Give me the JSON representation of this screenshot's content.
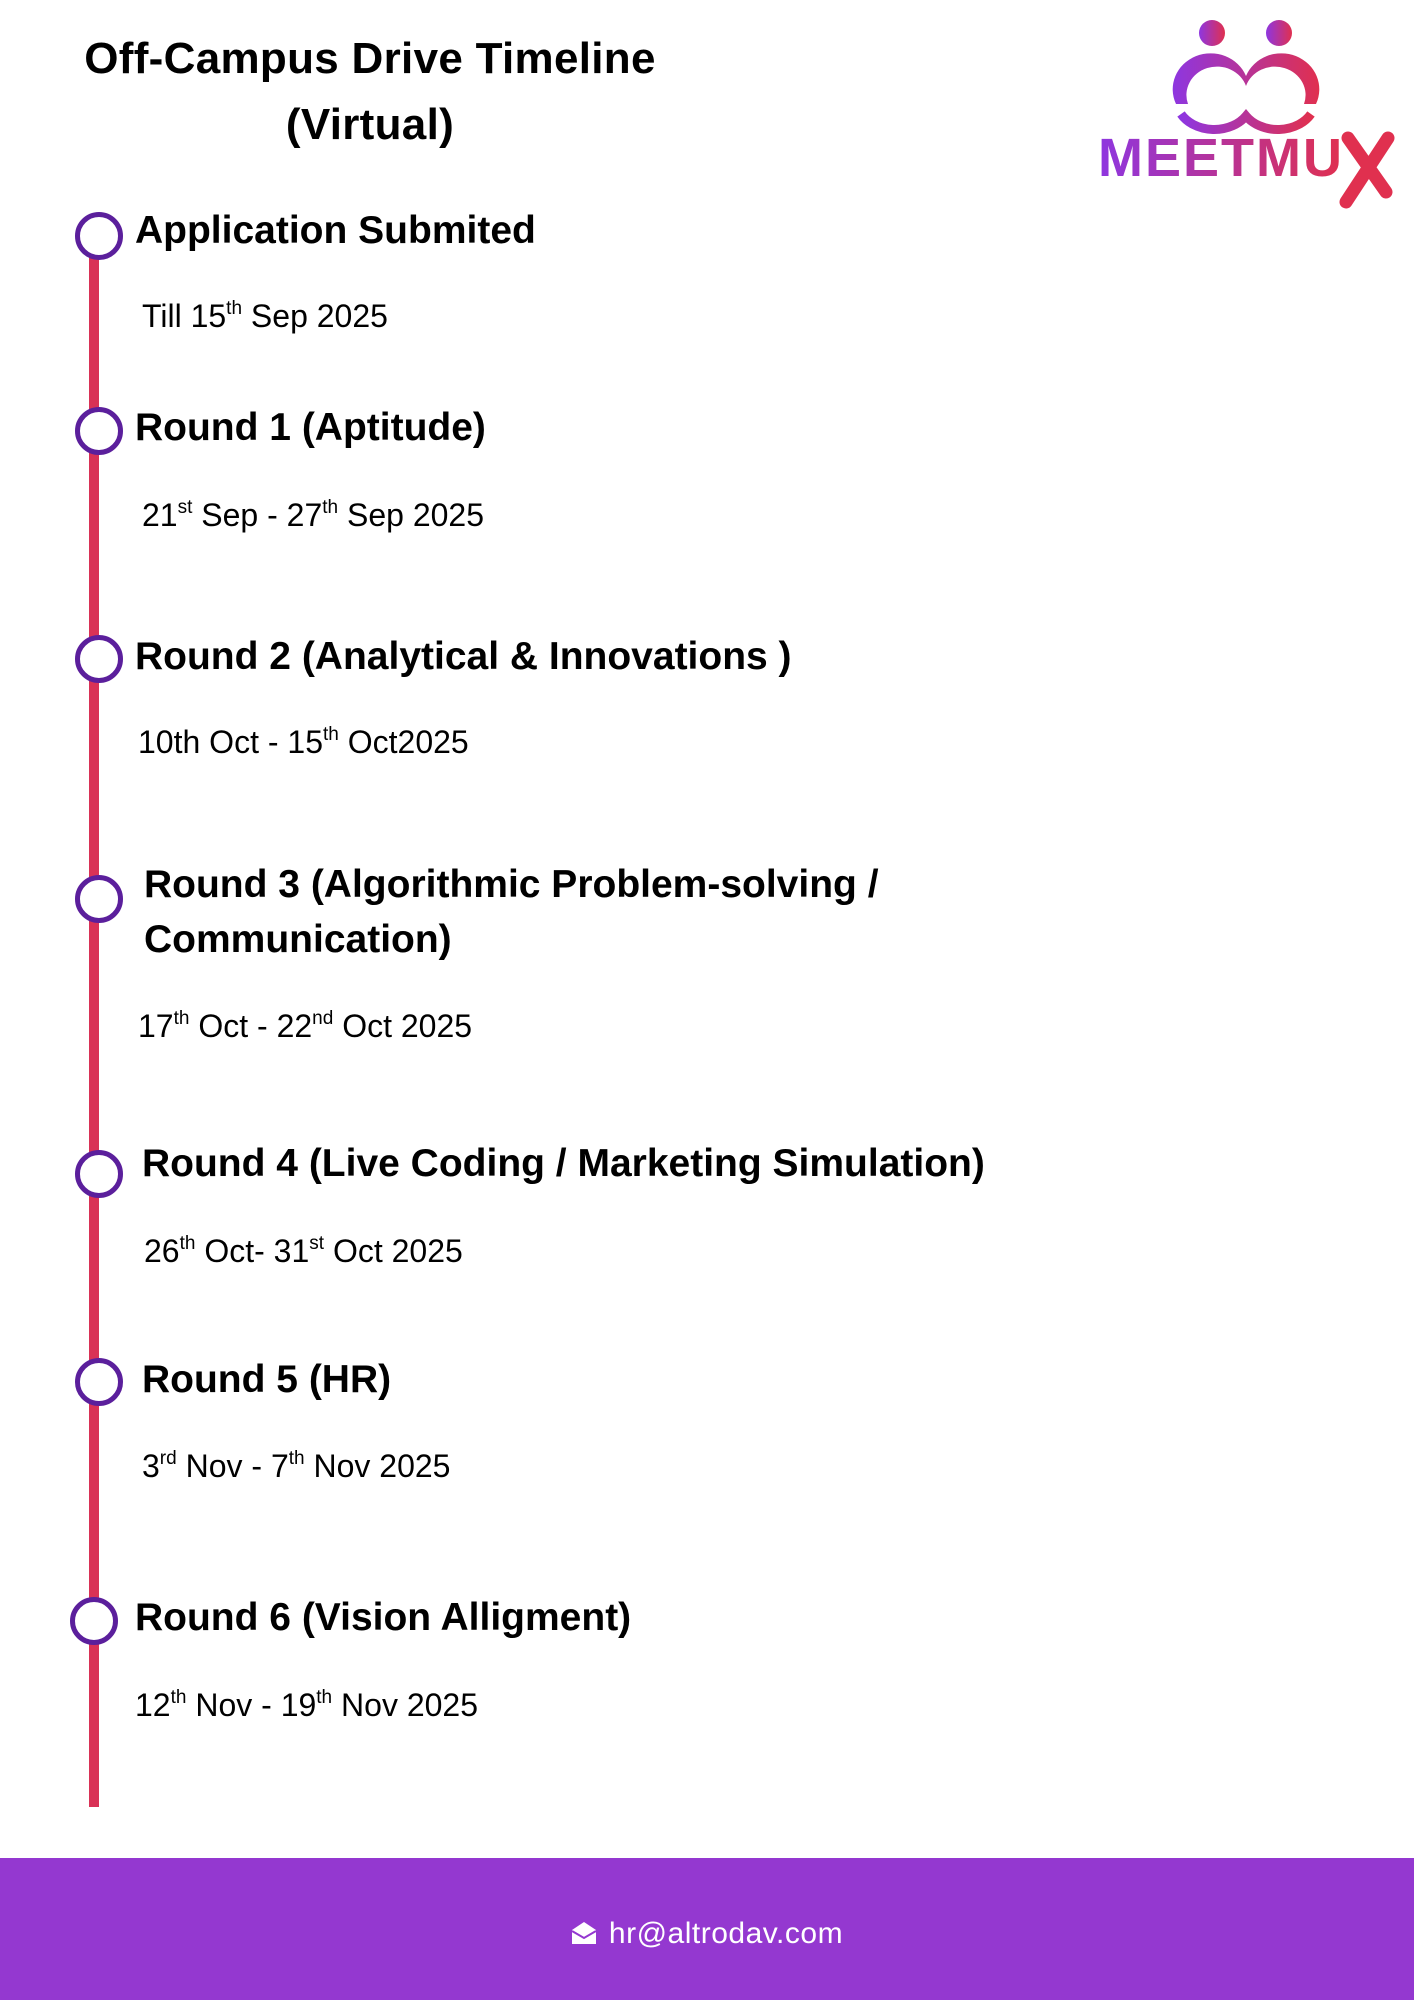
{
  "header": {
    "title_line1": "Off-Campus  Drive Timeline",
    "title_line2": "(Virtual)",
    "logo_text": "MEETMUX"
  },
  "colors": {
    "timeline": "#d93256",
    "dot": "#5b1f9c",
    "footer": "#9438d0"
  },
  "timeline": [
    {
      "heading": [
        "Application Submited"
      ],
      "date": [
        {
          "t": "Till 15"
        },
        {
          "sup": "th"
        },
        {
          "t": " Sep 2025"
        }
      ]
    },
    {
      "heading": [
        "Round 1 (Aptitude)"
      ],
      "date": [
        {
          "t": "21"
        },
        {
          "sup": "st"
        },
        {
          "t": " Sep - 27"
        },
        {
          "sup": "th"
        },
        {
          "t": " Sep 2025"
        }
      ]
    },
    {
      "heading": [
        "Round 2 (Analytical & Innovations )"
      ],
      "date": [
        {
          "t": "10th Oct - 15"
        },
        {
          "sup": "th"
        },
        {
          "t": " Oct2025"
        }
      ]
    },
    {
      "heading": [
        "Round 3 (Algorithmic Problem-solving /",
        "Communication)"
      ],
      "date": [
        {
          "t": "17"
        },
        {
          "sup": "th"
        },
        {
          "t": " Oct - 22"
        },
        {
          "sup": "nd"
        },
        {
          "t": " Oct 2025"
        }
      ]
    },
    {
      "heading": [
        "Round 4 (Live Coding / Marketing Simulation)"
      ],
      "date": [
        {
          "t": "26"
        },
        {
          "sup": "th"
        },
        {
          "t": " Oct- 31"
        },
        {
          "sup": "st"
        },
        {
          "t": " Oct 2025"
        }
      ]
    },
    {
      "heading": [
        "Round 5 (HR)"
      ],
      "date": [
        {
          "t": "3"
        },
        {
          "sup": "rd"
        },
        {
          "t": " Nov - 7"
        },
        {
          "sup": "th"
        },
        {
          "t": " Nov 2025"
        }
      ]
    },
    {
      "heading": [
        "Round 6 (Vision Alligment)"
      ],
      "date": [
        {
          "t": "12"
        },
        {
          "sup": "th"
        },
        {
          "t": " Nov - 19"
        },
        {
          "sup": "th"
        },
        {
          "t": " Nov 2025"
        }
      ]
    }
  ],
  "footer": {
    "email": "hr@altrodav.com",
    "icon": "envelope-open-icon"
  }
}
